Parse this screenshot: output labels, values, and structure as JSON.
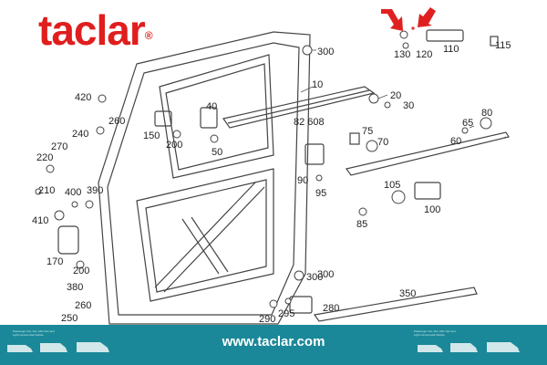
{
  "brand": {
    "name": "taclar",
    "reg": "®",
    "color": "#e01e1e"
  },
  "diagram": {
    "part_labels": [
      "10",
      "20",
      "30",
      "40",
      "50",
      "60",
      "65",
      "70",
      "75",
      "80",
      "82 608",
      "85",
      "90",
      "95",
      "100",
      "105",
      "110",
      "115",
      "120",
      "130",
      "150",
      "170",
      "200",
      "200",
      "210",
      "220",
      "240",
      "250",
      "260",
      "260",
      "270",
      "270",
      "280",
      "290",
      "295",
      "300",
      "300",
      "300",
      "350",
      "380",
      "390",
      "400",
      "410",
      "420"
    ],
    "colors": {
      "line": "#444444",
      "fill": "#ffffff",
      "arrow": "#e02020",
      "label": "#222222"
    },
    "icons": [
      "arrow-icon",
      "arrow-icon"
    ]
  },
  "footer": {
    "url": "www.taclar.com",
    "note": "Passenger Car, Van, Mini Van and Light Commercial Vehicle",
    "color": "#1a8898"
  }
}
